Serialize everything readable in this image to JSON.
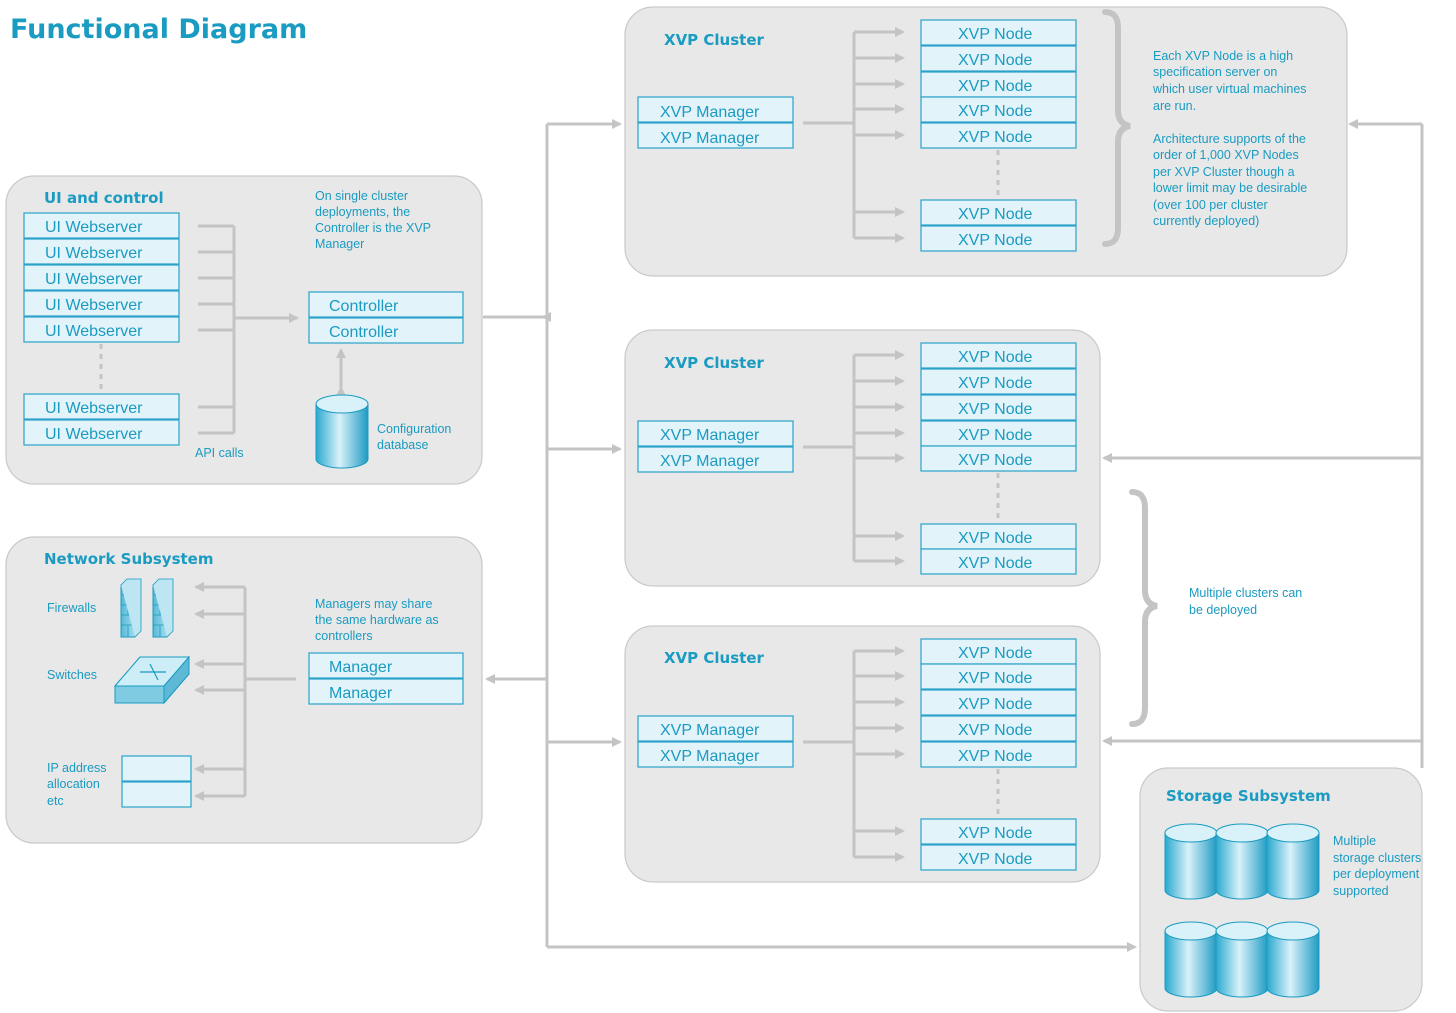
{
  "title": "Functional Diagram",
  "ui_control": {
    "title": "UI and control",
    "webservers": [
      "UI Webserver",
      "UI Webserver",
      "UI Webserver",
      "UI Webserver",
      "UI Webserver",
      "UI Webserver",
      "UI Webserver"
    ],
    "controllers": [
      "Controller",
      "Controller"
    ],
    "note": [
      "On single cluster",
      "deployments, the",
      "Controller is the XVP",
      "Manager"
    ],
    "api_label": "API calls",
    "db_label": [
      "Configuration",
      "database"
    ]
  },
  "network": {
    "title": "Network Subsystem",
    "firewalls_label": "Firewalls",
    "switches_label": "Switches",
    "ip_label": [
      "IP address",
      "allocation",
      "etc"
    ],
    "managers": [
      "Manager",
      "Manager"
    ],
    "note": [
      "Managers may share",
      "the same hardware as",
      "controllers"
    ]
  },
  "clusters": [
    {
      "title": "XVP Cluster",
      "managers": [
        "XVP Manager",
        "XVP Manager"
      ],
      "nodes": [
        "XVP Node",
        "XVP Node",
        "XVP Node",
        "XVP Node",
        "XVP Node",
        "XVP Node",
        "XVP Node"
      ]
    },
    {
      "title": "XVP Cluster",
      "managers": [
        "XVP Manager",
        "XVP Manager"
      ],
      "nodes": [
        "XVP Node",
        "XVP Node",
        "XVP Node",
        "XVP Node",
        "XVP Node",
        "XVP Node",
        "XVP Node"
      ]
    },
    {
      "title": "XVP Cluster",
      "managers": [
        "XVP Manager",
        "XVP Manager"
      ],
      "nodes": [
        "XVP Node",
        "XVP Node",
        "XVP Node",
        "XVP Node",
        "XVP Node",
        "XVP Node",
        "XVP Node"
      ]
    }
  ],
  "node_note": [
    "Each XVP Node is a high",
    "specification server on",
    "which user virtual machines",
    "are run.",
    "",
    "Architecture supports of the",
    "order of 1,000 XVP Nodes",
    "per XVP Cluster though a",
    "lower limit may be desirable",
    "(over 100 per cluster",
    "currently deployed)"
  ],
  "clusters_note": [
    "Multiple clusters can",
    "be deployed"
  ],
  "storage": {
    "title": "Storage Subsystem",
    "note": [
      "Multiple",
      "storage clusters",
      "per deployment",
      "supported"
    ]
  },
  "colors": {
    "accent": "#1a9bc1",
    "panel": "#e8e8e8",
    "connector": "#c4c4c4",
    "box_fill": "#e3f3fa"
  }
}
